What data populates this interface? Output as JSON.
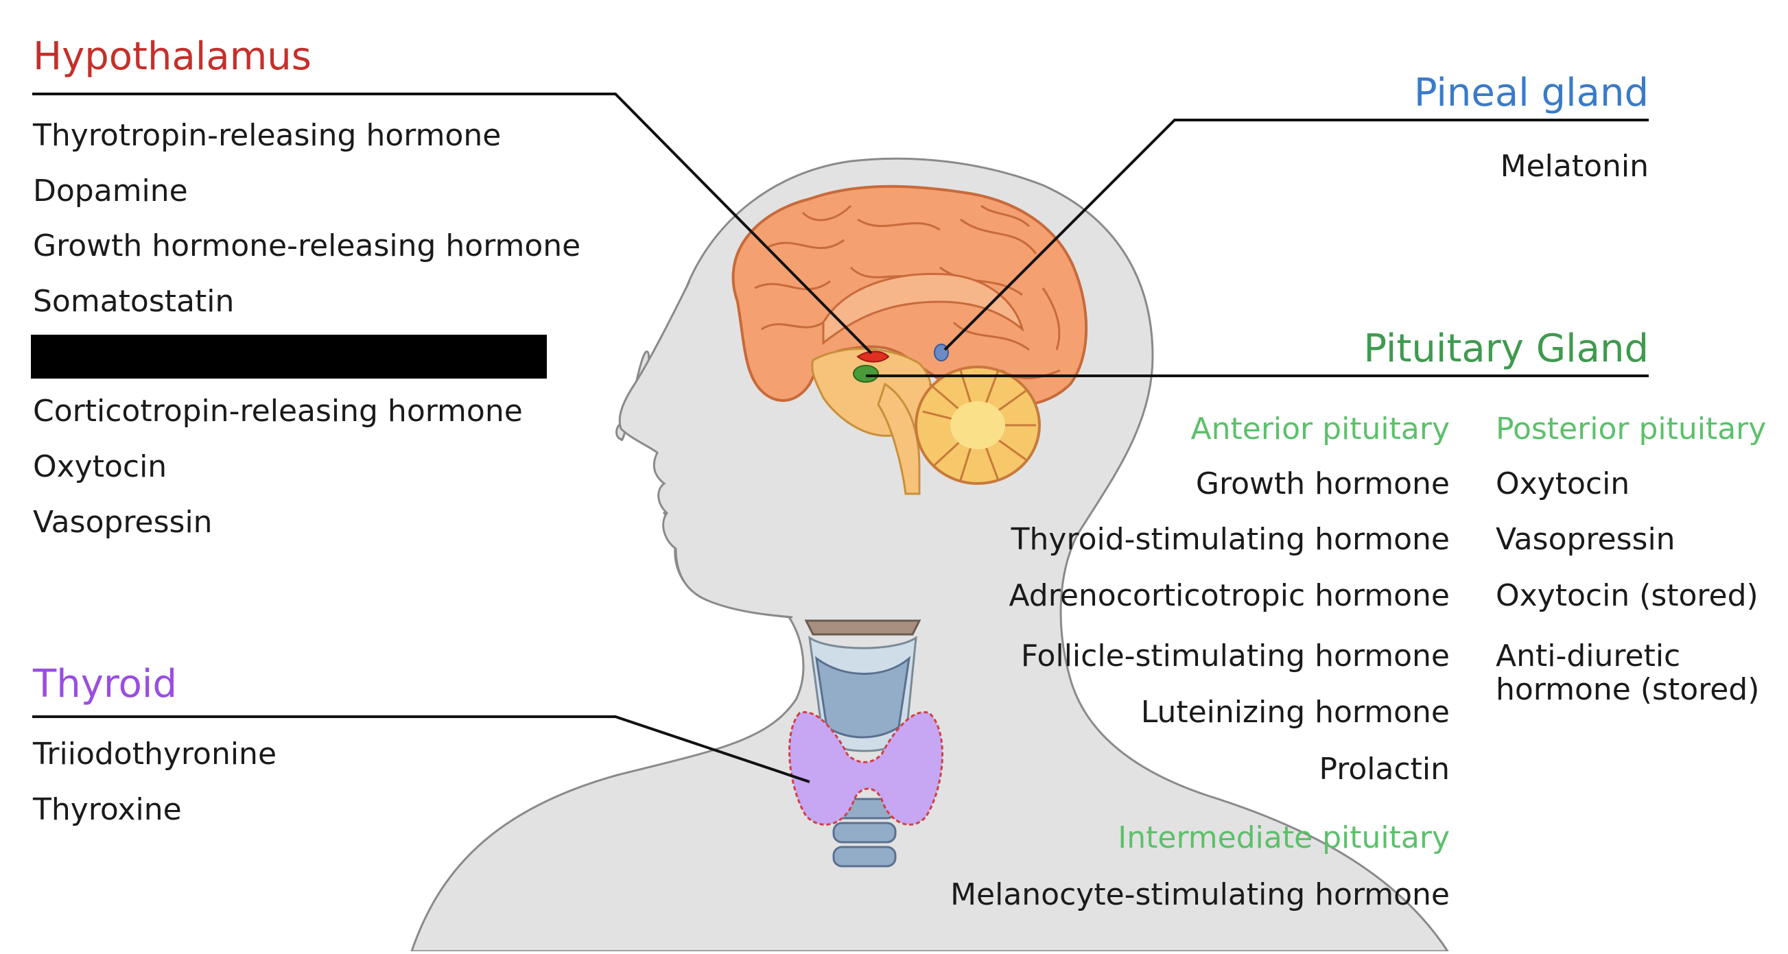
{
  "colors": {
    "hypothalamus": "#c4302b",
    "pineal": "#3a7bc8",
    "pituitary": "#3f9a4f",
    "pituitary_sub": "#5cc06a",
    "thyroid": "#9a4ee0",
    "body": "#e2e2e2",
    "brain": "#f4a070",
    "cerebellum": "#f6c86a"
  },
  "hypothalamus": {
    "title": "Hypothalamus",
    "hormones": [
      "Thyrotropin-releasing hormone",
      "Dopamine",
      "Growth hormone-releasing hormone",
      "Somatostatin",
      "",
      "Corticotropin-releasing hormone",
      "Oxytocin",
      "Vasopressin"
    ],
    "redacted_index": 4
  },
  "pineal": {
    "title": "Pineal gland",
    "hormones": [
      "Melatonin"
    ]
  },
  "pituitary": {
    "title": "Pituitary Gland",
    "anterior": {
      "title": "Anterior pituitary",
      "hormones": [
        "Growth hormone",
        "Thyroid-stimulating hormone",
        "Adrenocorticotropic hormone",
        "Follicle-stimulating hormone",
        "Luteinizing hormone",
        "Prolactin"
      ]
    },
    "posterior": {
      "title": "Posterior pituitary",
      "hormones": [
        "Oxytocin",
        "Vasopressin",
        "Oxytocin (stored)",
        "Anti-diuretic",
        "hormone (stored)"
      ]
    },
    "intermediate": {
      "title": "Intermediate pituitary",
      "hormones": [
        "Melanocyte-stimulating hormone"
      ]
    }
  },
  "thyroid": {
    "title": "Thyroid",
    "hormones": [
      "Triiodothyronine",
      "Thyroxine"
    ]
  }
}
